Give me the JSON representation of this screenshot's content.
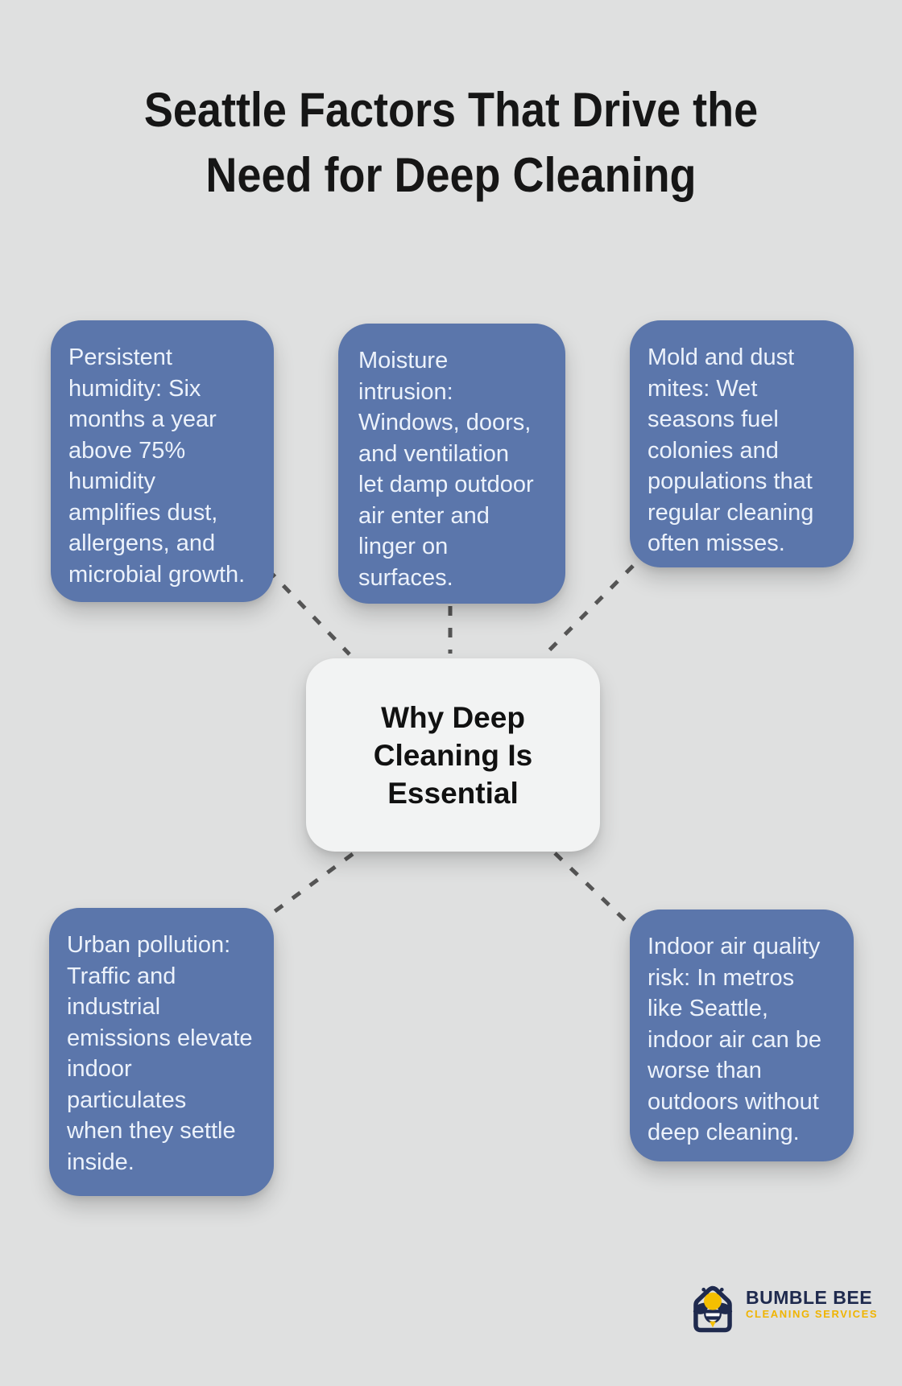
{
  "title": {
    "text": "Seattle Factors That Drive the\nNeed for Deep Cleaning"
  },
  "center_node": {
    "text": "Why Deep\nCleaning Is\nEssential"
  },
  "factors": [
    {
      "id": "persistent-humidity",
      "text": "Persistent\nhumidity: Six\nmonths a year\nabove 75%\nhumidity\namplifies dust,\nallergens, and\nmicrobial growth."
    },
    {
      "id": "moisture-intrusion",
      "text": "Moisture\nintrusion:\nWindows, doors,\nand ventilation\nlet damp outdoor\nair enter and\nlinger on\nsurfaces."
    },
    {
      "id": "mold-dust-mites",
      "text": "Mold and dust\nmites: Wet\nseasons fuel\ncolonies and\npopulations that\nregular cleaning\noften misses."
    },
    {
      "id": "urban-pollution",
      "text": "Urban pollution:\nTraffic and\nindustrial\nemissions elevate\nindoor\nparticulates\nwhen they settle\ninside."
    },
    {
      "id": "indoor-air-quality",
      "text": "Indoor air quality\nrisk: In metros\nlike Seattle,\nindoor air can be\nworse than\noutdoors without\ndeep cleaning."
    }
  ],
  "logo": {
    "name": "BUMBLE BEE",
    "tagline": "CLEANING SERVICES"
  },
  "colors": {
    "background": "#dfe0e0",
    "factor_box": "#5b76ab",
    "factor_text": "#ecf2fb",
    "center_box": "#f2f3f3",
    "center_text": "#111111",
    "title_text": "#161616",
    "connector_line": "#555555",
    "logo_navy": "#1f2a4e",
    "logo_yellow": "#f5bf00"
  }
}
